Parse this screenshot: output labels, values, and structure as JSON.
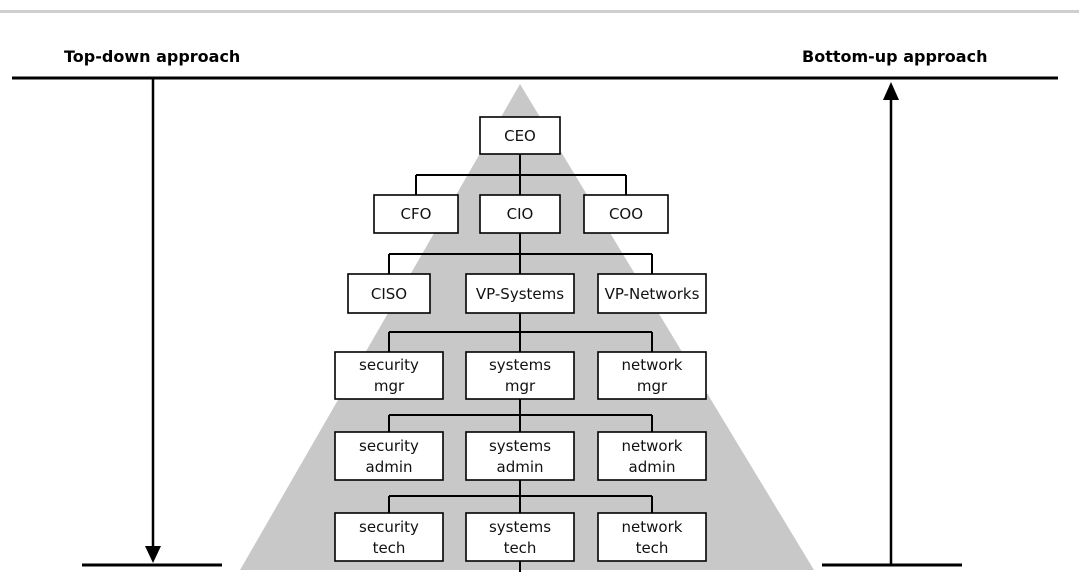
{
  "labels": {
    "top_down": "Top-down approach",
    "bottom_up": "Bottom-up approach"
  },
  "nodes": {
    "ceo": [
      "CEO"
    ],
    "cfo": [
      "CFO"
    ],
    "cio": [
      "CIO"
    ],
    "coo": [
      "COO"
    ],
    "ciso": [
      "CISO"
    ],
    "vp_systems": [
      "VP-Systems"
    ],
    "vp_networks": [
      "VP-Networks"
    ],
    "security_mgr": [
      "security",
      "mgr"
    ],
    "systems_mgr": [
      "systems",
      "mgr"
    ],
    "network_mgr": [
      "network",
      "mgr"
    ],
    "security_admin": [
      "security",
      "admin"
    ],
    "systems_admin": [
      "systems",
      "admin"
    ],
    "network_admin": [
      "network",
      "admin"
    ],
    "security_tech": [
      "security",
      "tech"
    ],
    "systems_tech": [
      "systems",
      "tech"
    ],
    "network_tech": [
      "network",
      "tech"
    ]
  },
  "colors": {
    "pyramid_fill": "#c8c8c8",
    "line": "#000000",
    "box_fill": "#ffffff",
    "top_rule": "#cfcfcf"
  }
}
